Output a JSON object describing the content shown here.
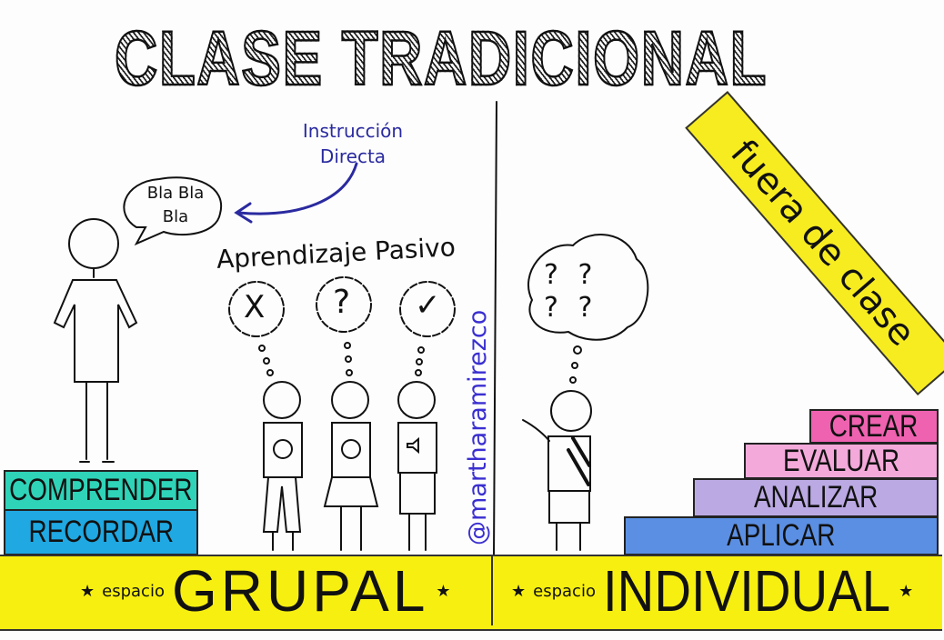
{
  "title": "CLASE TRADICIONAL",
  "annotations": {
    "instruccion": "Instrucción Directa",
    "speech": "Bla Bla Bla",
    "aprendizaje": "Aprendizaje Pasivo",
    "watermark": "@martharamirezco",
    "fuera": "fuera de clase"
  },
  "thoughts": {
    "student1": "X",
    "student2": "?",
    "student3": "✓",
    "individual": "? ? ? ?"
  },
  "left_steps": [
    "COMPRENDER",
    "RECORDAR"
  ],
  "right_steps": [
    "CREAR",
    "EVALUAR",
    "ANALIZAR",
    "APLICAR"
  ],
  "band": {
    "left_label": "espacio",
    "left_big": "GRUPAL",
    "right_label": "espacio",
    "right_big": "INDIVIDUAL",
    "star": "★"
  },
  "colors": {
    "band": "#f7ef10",
    "comprender": "#2fd3b8",
    "recordar": "#1fa8e2",
    "aplicar": "#5b8fe3",
    "analizar": "#bba9e3",
    "evaluar": "#f3a9d9",
    "crear": "#ee62b0",
    "blue_ink": "#2a2aa0"
  }
}
